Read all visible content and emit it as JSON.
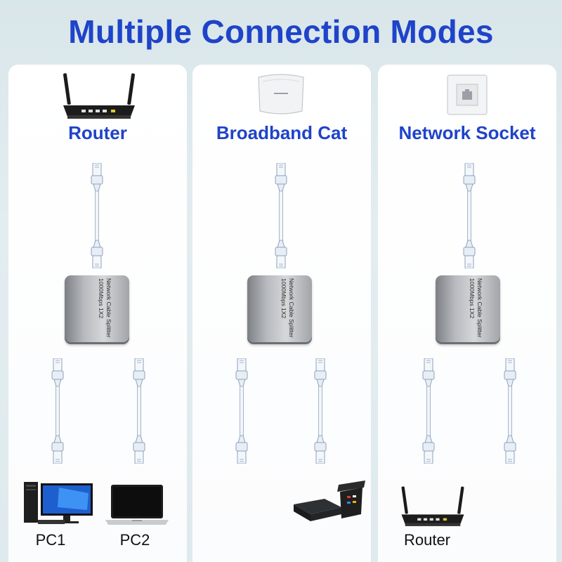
{
  "title": "Multiple Connection Modes",
  "panels": [
    {
      "heading": "Router",
      "bottom_labels": [
        "PC1",
        "PC2"
      ]
    },
    {
      "heading": "Broadband Cat",
      "bottom_labels": []
    },
    {
      "heading": "Network Socket",
      "bottom_labels": [
        "Router"
      ]
    }
  ],
  "splitter_text": [
    "Network Cable Splitter",
    "1000Mbps 1X2"
  ],
  "colors": {
    "heading": "#1f43c9",
    "panel": "#ffffff",
    "background": "#dfeaee"
  },
  "icons": [
    "router-icon",
    "broadband-cat-icon",
    "network-socket-icon",
    "ethernet-cable-icon",
    "splitter-device-icon",
    "desktop-pc-icon",
    "laptop-icon",
    "tv-box-icon",
    "remote-control-icon"
  ]
}
